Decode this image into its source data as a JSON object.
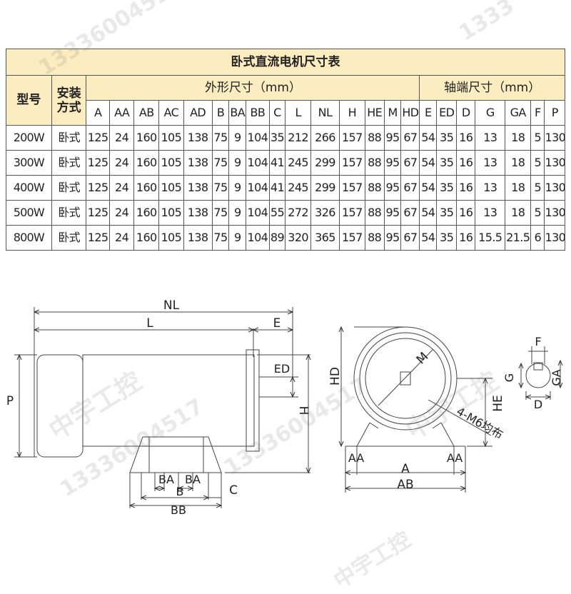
{
  "table": {
    "title": "卧式直流电机尺寸表",
    "col_model": "型号",
    "col_install": "安装方式",
    "group_outline": "外形尺寸（mm）",
    "group_shaft": "轴端尺寸（mm）",
    "dims": [
      "A",
      "AA",
      "AB",
      "AC",
      "AD",
      "B",
      "BA",
      "BB",
      "C",
      "L",
      "NL",
      "H",
      "HE",
      "M",
      "HD",
      "E",
      "ED",
      "D",
      "G",
      "GA",
      "F",
      "P"
    ],
    "rows": [
      {
        "model": "200W",
        "install": "卧式",
        "values": [
          "125",
          "24",
          "160",
          "105",
          "138",
          "75",
          "9",
          "104",
          "35",
          "212",
          "266",
          "157",
          "88",
          "95",
          "67",
          "54",
          "35",
          "16",
          "13",
          "18",
          "5",
          "130"
        ]
      },
      {
        "model": "300W",
        "install": "卧式",
        "values": [
          "125",
          "24",
          "160",
          "105",
          "138",
          "75",
          "9",
          "104",
          "41",
          "245",
          "299",
          "157",
          "88",
          "95",
          "67",
          "54",
          "35",
          "16",
          "13",
          "18",
          "5",
          "130"
        ]
      },
      {
        "model": "400W",
        "install": "卧式",
        "values": [
          "125",
          "24",
          "160",
          "105",
          "138",
          "75",
          "9",
          "104",
          "41",
          "245",
          "299",
          "157",
          "88",
          "95",
          "67",
          "54",
          "35",
          "16",
          "13",
          "18",
          "5",
          "130"
        ]
      },
      {
        "model": "500W",
        "install": "卧式",
        "values": [
          "125",
          "24",
          "160",
          "105",
          "138",
          "75",
          "9",
          "104",
          "55",
          "272",
          "326",
          "157",
          "88",
          "95",
          "67",
          "54",
          "35",
          "16",
          "13",
          "18",
          "5",
          "130"
        ]
      },
      {
        "model": "800W",
        "install": "卧式",
        "values": [
          "125",
          "24",
          "160",
          "105",
          "138",
          "75",
          "9",
          "104",
          "89",
          "320",
          "365",
          "157",
          "88",
          "95",
          "67",
          "54",
          "35",
          "16",
          "15.5",
          "21.5",
          "6",
          "130"
        ]
      }
    ]
  },
  "side_view_labels": {
    "nl": "NL",
    "l": "L",
    "e": "E",
    "ed": "ED",
    "p": "P",
    "h": "H",
    "ba1": "BA",
    "ba2": "BA",
    "b": "B",
    "bb": "BB",
    "c": "C"
  },
  "front_view_labels": {
    "hd": "HD",
    "m": "M",
    "he": "HE",
    "holes": "4-M6均布",
    "aa1": "AA",
    "aa2": "AA",
    "a": "A",
    "ab": "AB"
  },
  "shaft_view_labels": {
    "f": "F",
    "g": "G",
    "ga": "GA",
    "d": "D"
  },
  "watermarks": [
    "13336004517",
    "中宇工控",
    "13336004517",
    "中宇工控",
    "13336004517",
    "中宇工控",
    "1333"
  ],
  "colors": {
    "header_bg": "#fcedc0",
    "border": "#555555",
    "line": "#333333"
  }
}
